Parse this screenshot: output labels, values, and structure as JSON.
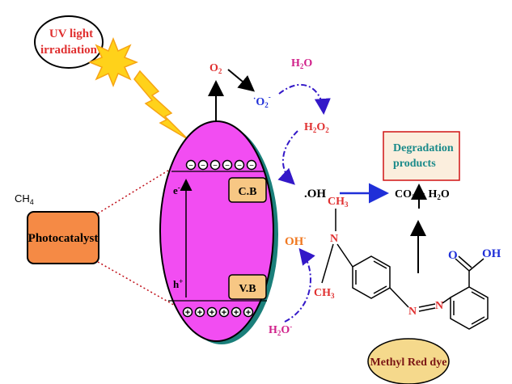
{
  "uv_label": {
    "line1": "UV light",
    "line2": "irradiation"
  },
  "ch4": {
    "base": "CH",
    "sub": "4"
  },
  "photocatalyst_label": "Photocatalyst",
  "cb_label": "C.B",
  "vb_label": "V.B",
  "electron": {
    "base": "e",
    "sup": "-"
  },
  "hole": {
    "base": "h",
    "sup": "+"
  },
  "electron_row_symbol": "−",
  "hole_row_symbol": "+",
  "o2": {
    "base": "O",
    "sub": "2"
  },
  "superoxide": {
    "sup": "·",
    "base": "O",
    "sub": "2",
    "sup2": "-"
  },
  "water_top": {
    "base": "H",
    "sub": "2",
    "base2": "O"
  },
  "h2o2": {
    "base": "H",
    "sub": "2",
    "base2": "O",
    "sub2": "2"
  },
  "oh_radical": ".OH",
  "hydroxide": {
    "base": "OH",
    "sup": "-"
  },
  "water_bottom": {
    "base": "H",
    "sub": "2",
    "base2": "O",
    "sup": "-"
  },
  "degradation": {
    "line1": "Degradation",
    "line2": "products"
  },
  "products": {
    "co2": "CO",
    "co2_sub": "2",
    "plus": "+",
    "h2o_base": "H",
    "h2o_sub": "2",
    "h2o_base2": "O"
  },
  "methyl_red_label": "Methyl Red dye",
  "molecule": {
    "n_amine": "N",
    "ch3_top": {
      "base": "CH",
      "sub": "3"
    },
    "ch3_bottom": {
      "base": "CH",
      "sub": "3"
    },
    "azo_n1": "N",
    "azo_n2": "N",
    "carbonyl_o": "O",
    "oh": "OH"
  },
  "colors": {
    "ellipse_fill": "#f24df2",
    "ellipse_shadow": "#1a7f7a",
    "band_box": "#f7c784",
    "photocatalyst_box": "#f58a45",
    "degradation_text": "#1a8a8a",
    "degradation_border": "#d01414",
    "methyl_red_oval": "#f5d98c",
    "methyl_red_text": "#7a1414",
    "red_text": "#e03030",
    "magenta_text": "#d0208a",
    "blue_text": "#1f2fd8",
    "orange_text": "#f07820",
    "arrow_purple": "#3318c8",
    "sun_yellow": "#ffd21a",
    "sun_orange": "#f6a414"
  }
}
